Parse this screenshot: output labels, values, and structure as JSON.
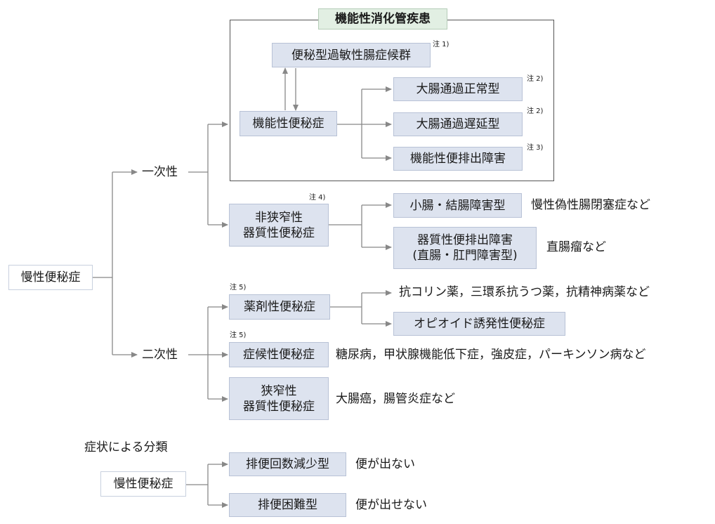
{
  "frame_title": "機能性消化管疾患",
  "root": "慢性便秘症",
  "primary": "一次性",
  "secondary": "二次性",
  "ibs": "便秘型過敏性腸症候群",
  "functional": "機能性便秘症",
  "normal_transit": "大腸通過正常型",
  "slow_transit": "大腸通過遅延型",
  "defecation_disorder": "機能性便排出障害",
  "non_stenotic": [
    "非狭窄性",
    "器質性便秘症"
  ],
  "small_intestine": "小腸・結腸障害型",
  "small_intestine_example": "慢性偽性腸閉塞症など",
  "organic_defecation": [
    "器質性便排出障害",
    "(直腸・肛門障害型)"
  ],
  "organic_defecation_example": "直腸瘤など",
  "drug_induced": "薬剤性便秘症",
  "drug_examples": "抗コリン薬，三環系抗うつ薬，抗精神病薬など",
  "opioid": "オピオイド誘発性便秘症",
  "symptomatic": "症候性便秘症",
  "symptomatic_examples": "糖尿病，甲状腺機能低下症，強皮症，パーキンソン病など",
  "stenotic": [
    "狭窄性",
    "器質性便秘症"
  ],
  "stenotic_examples": "大腸癌，腸管炎症など",
  "notes": {
    "n1": "注 1)",
    "n2a": "注 2)",
    "n2b": "注 2)",
    "n3": "注 3)",
    "n4": "注 4)",
    "n5a": "注 5)",
    "n5b": "注 5)"
  },
  "symptom_section": {
    "title": "症状による分類",
    "root": "慢性便秘症",
    "decreased": "排便回数減少型",
    "decreased_desc": "便が出ない",
    "difficult": "排便困難型",
    "difficult_desc": "便が出せない"
  },
  "colors": {
    "box_fill": "#dde3ef",
    "title_fill": "#e2efe3",
    "line": "#888888"
  }
}
